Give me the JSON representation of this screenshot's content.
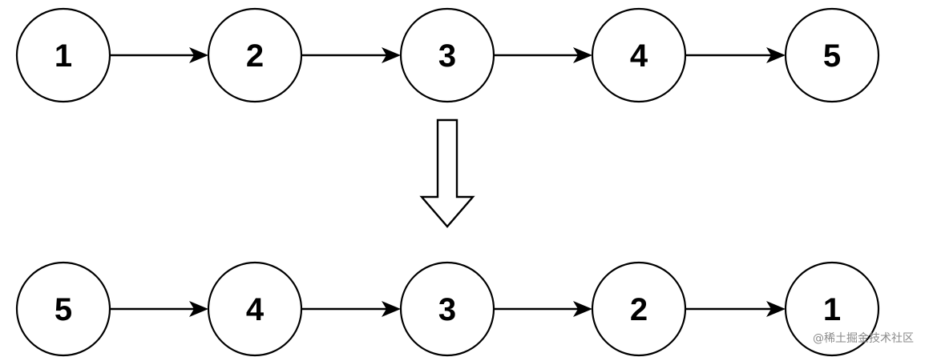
{
  "top_list": {
    "nodes": [
      "1",
      "2",
      "3",
      "4",
      "5"
    ]
  },
  "bottom_list": {
    "nodes": [
      "5",
      "4",
      "3",
      "2",
      "1"
    ]
  },
  "watermark": {
    "text": "@稀土掘金技术社区"
  }
}
